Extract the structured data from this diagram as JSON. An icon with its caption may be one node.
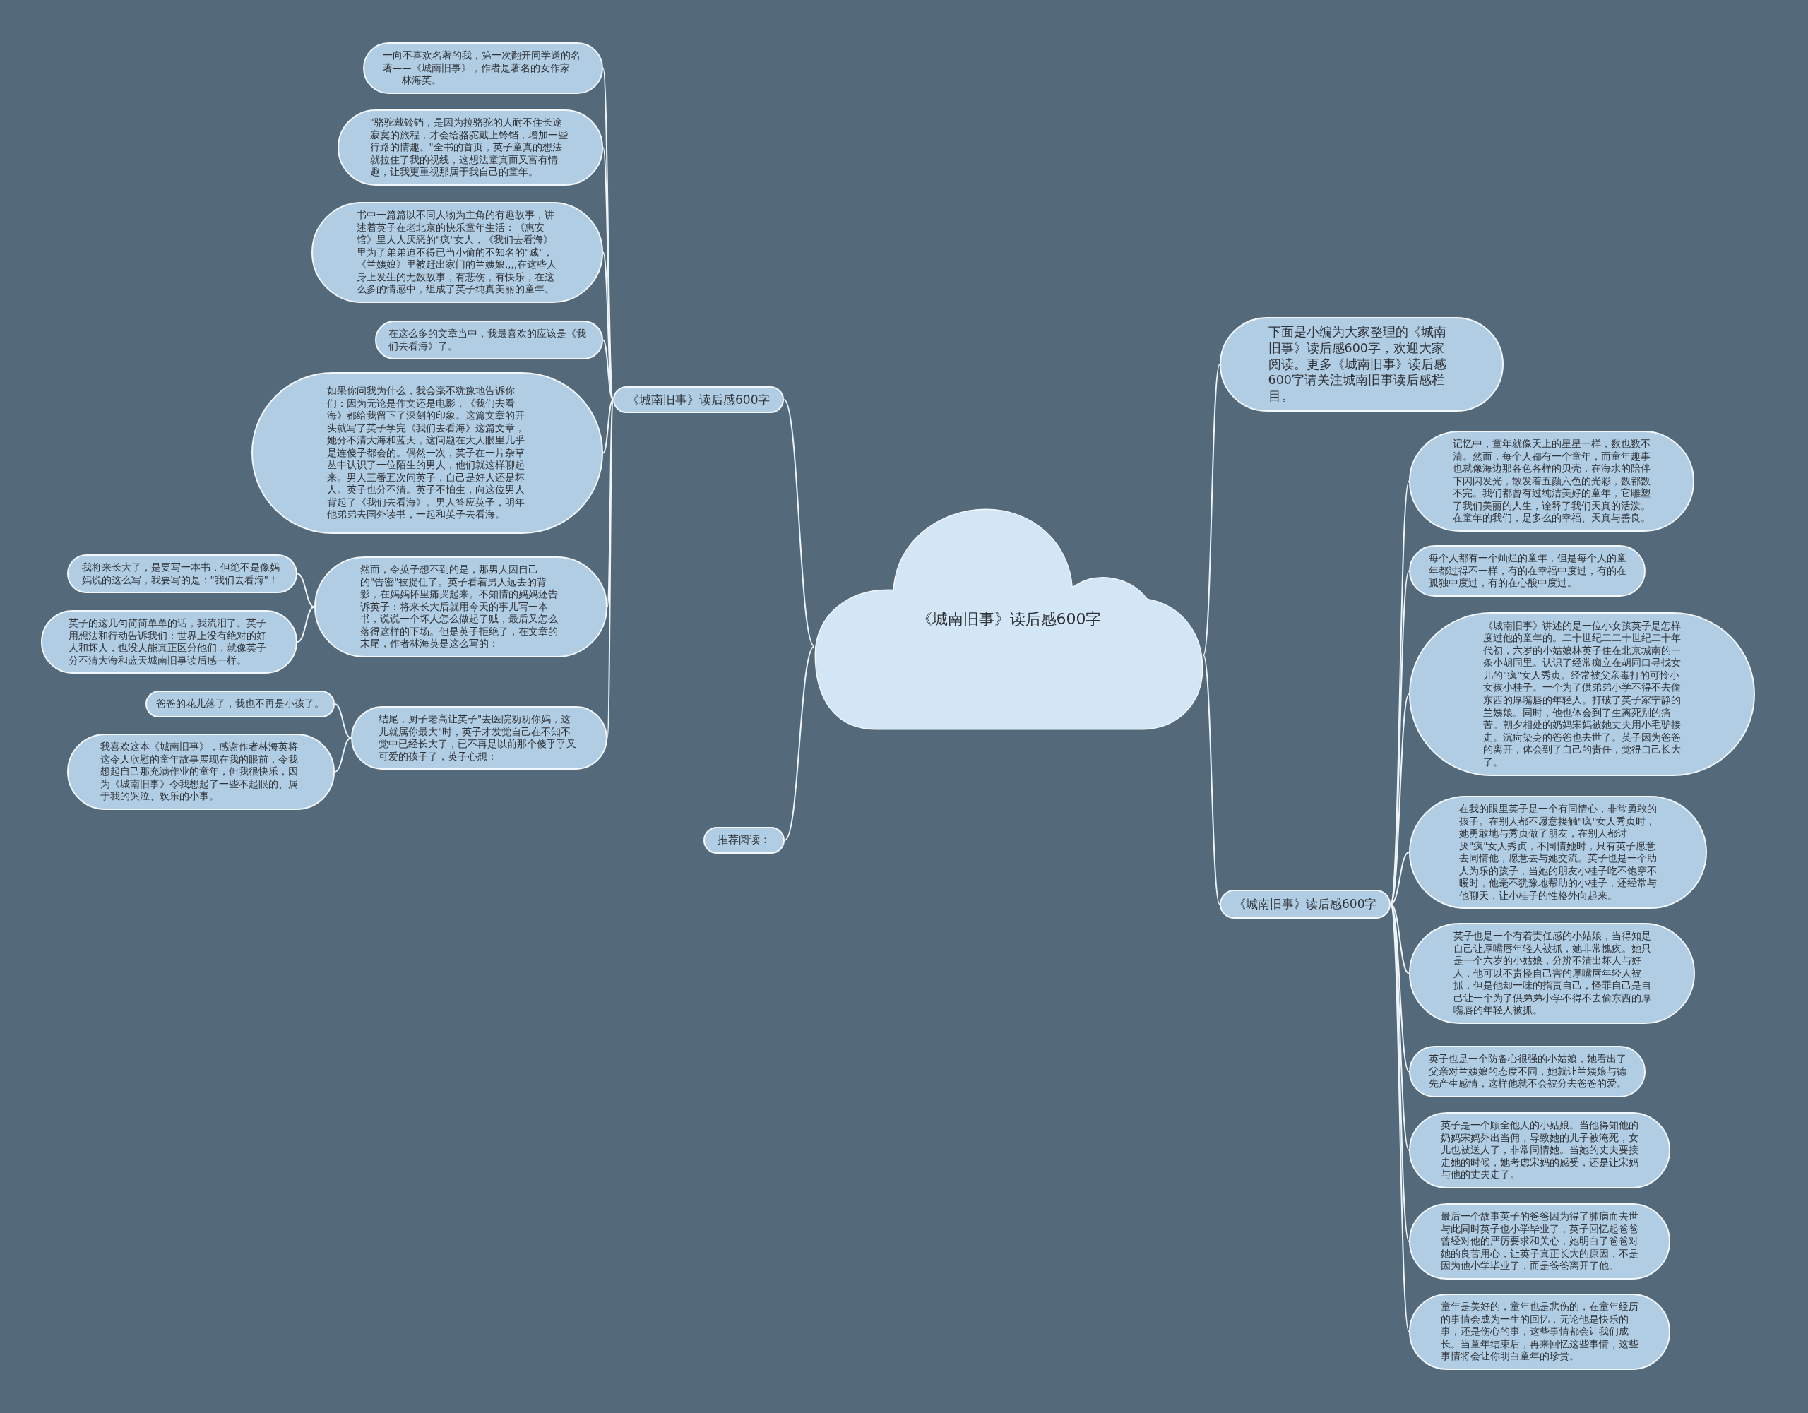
{
  "diagram": {
    "nodes": [
      {
        "text": [
          "《城南旧事》读后感600字"
        ]
      },
      {
        "text": [
          "《城南旧事》读后感600字"
        ]
      },
      {
        "text": [
          "推荐阅读："
        ]
      },
      {
        "text": [
          "一向不喜欢名著的我，第一次翻开同学送的名著——《城南旧事》，作者是著名的女作家——林海英。"
        ]
      },
      {
        "text": [
          "\"骆驼戴铃铛，是因为拉骆驼的人耐不住长途寂寞的旅程，才会给骆驼戴上铃铛，增加一些行路的情趣。\"全书的首页，英子童真的想法就拉住了我的视线，这想法童真而又富有情趣，让我更重视那属于我自己的童年。"
        ]
      },
      {
        "text": [
          "书中一篇篇以不同人物为主角的有趣故事，讲述着英子在老北京的快乐童年生活：《惠安馆》里人人厌恶的\"疯\"女人，《我们去看海》里为了弟弟迫不得已当小偷的不知名的\"贼\"，《兰姨娘》里被赶出家门的兰姨娘,,,,在这些人身上发生的无数故事，有悲伤，有快乐，在这么多的情感中，组成了英子纯真美丽的童年。"
        ]
      },
      {
        "text": [
          "在这么多的文章当中，我最喜欢的应该是《我们去看海》了。"
        ]
      },
      {
        "text": [
          "如果你问我为什么，我会毫不犹豫地告诉你们：因为无论是作文还是电影，《我们去看海》都给我留下了深刻的印象。这篇文章的开头就写了英子学完《我们去看海》这篇文章，她分不清大海和蓝天，这问题在大人眼里几乎是连傻子都会的。偶然一次，英子在一片杂草丛中认识了一位陌生的男人，他们就这样聊起来。男人三番五次问英子，自己是好人还是坏人。英子也分不清。英子不怕生，向这位男人背起了《我们去看海》。男人答应英子，明年他弟弟去国外读书，一起和英子去看海。"
        ]
      },
      {
        "text": [
          "然而，令英子想不到的是，那男人因自己的\"告密\"被捉住了。英子看着男人远去的背影，在妈妈怀里痛哭起来。不知情的妈妈还告诉英子：将来长大后就用今天的事儿写一本书，说说一个坏人怎么做起了贼，最后又怎么落得这样的下场。但是英子拒绝了，在文章的末尾，作者林海英是这么写的："
        ]
      },
      {
        "text": [
          "结尾，厨子老高让英子\"去医院劝劝你妈，这儿就属你最大\"时，英子才发觉自己在不知不觉中已经长大了，已不再是以前那个傻乎乎又可爱的孩子了，英子心想："
        ]
      },
      {
        "text": [
          "我将来长大了，是要写一本书，但绝不是像妈妈说的这么写，我要写的是：\"我们去看海\"！"
        ]
      },
      {
        "text": [
          "英子的这几句简简单单的话，我流泪了。英子用想法和行动告诉我们：世界上没有绝对的好人和坏人，也没人能真正区分他们，就像英子分不清大海和蓝天城南旧事读后感一样。"
        ]
      },
      {
        "text": [
          "爸爸的花儿落了，我也不再是小孩了。"
        ]
      },
      {
        "text": [
          "我喜欢这本《城南旧事》，感谢作者林海英将这令人欣慰的童年故事展现在我的眼前，令我想起自己那充满作业的童年，但我很快乐，因为《城南旧事》令我想起了一些不起眼的、属于我的哭泣、欢乐的小事。"
        ]
      },
      {
        "text": [
          "下面是小编为大家整理的《城南旧事》读后感600字，欢迎大家阅读。更多《城南旧事》读后感600字请关注城南旧事读后感栏目。"
        ]
      },
      {
        "text": [
          "《城南旧事》读后感600字"
        ]
      },
      {
        "text": [
          "记忆中，童年就像天上的星星一样，数也数不清。然而，每个人都有一个童年，而童年趣事也就像海边那各色各样的贝壳，在海水的陪伴下闪闪发光，散发着五颜六色的光彩，数都数不完。我们都曾有过纯洁美好的童年，它雕塑了我们美丽的人生，诠释了我们天真的活泼。在童年的我们，是多么的幸福、天真与善良。"
        ]
      },
      {
        "text": [
          "每个人都有一个灿烂的童年，但是每个人的童年都过得不一样，有的在幸福中度过，有的在孤独中度过，有的在心酸中度过。"
        ]
      },
      {
        "text": [
          "《城南旧事》讲述的是一位小女孩英子是怎样度过他的童年的。二十世纪二二十世纪二十年代初，六岁的小姑娘林英子住在北京城南的一条小胡同里。认识了经常痴立在胡同口寻找女儿的\"疯\"女人秀贞。经常被父亲毒打的可怜小女孩小桂子。一个为了供弟弟小学不得不去偷东西的厚嘴唇的年轻人。打破了英子家宁静的兰姨娘。同时，他也体会到了生离死别的痛苦。朝夕相处的奶妈宋妈被她丈夫用小毛驴接走。沉疴染身的爸爸也去世了。英子因为爸爸的离开，体会到了自己的责任，觉得自己长大了。"
        ]
      },
      {
        "text": [
          "在我的眼里英子是一个有同情心，非常勇敢的孩子。在别人都不愿意接触\"疯\"女人秀贞时，她勇敢地与秀贞做了朋友，在别人都讨厌\"疯\"女人秀贞，不同情她时，只有英子愿意去同情他，愿意去与她交流。英子也是一个助人为乐的孩子，当她的朋友小桂子吃不饱穿不暖时，他毫不犹豫地帮助的小桂子，还经常与他聊天，让小桂子的性格外向起来。"
        ]
      },
      {
        "text": [
          "英子也是一个有着责任感的小姑娘，当得知是自己让厚嘴唇年轻人被抓，她非常愧疚。她只是一个六岁的小姑娘，分辨不清出坏人与好人，他可以不责怪自己害的厚嘴唇年轻人被抓，但是他却一味的指责自己，怪罪自己是自己让一个为了供弟弟小学不得不去偷东西的厚嘴唇的年轻人被抓。"
        ]
      },
      {
        "text": [
          "英子也是一个防备心很强的小姑娘，她看出了父亲对兰姨娘的态度不同，她就让兰姨娘与德先产生感情，这样他就不会被分去爸爸的爱。"
        ]
      },
      {
        "text": [
          "英子是一个顾全他人的小姑娘。当他得知他的奶妈宋妈外出当佣，导致她的儿子被淹死，女儿也被送人了，非常同情她。当她的丈夫要接走她的时候，她考虑宋妈的感受，还是让宋妈与他的丈夫走了。"
        ]
      },
      {
        "text": [
          "最后一个故事英子的爸爸因为得了肺病而去世与此同时英子也小学毕业了，英子回忆起爸爸曾经对他的严厉要求和关心，她明白了爸爸对她的良苦用心，让英子真正长大的原因，不是因为他小学毕业了，而是爸爸离开了他。"
        ]
      },
      {
        "text": [
          "童年是美好的，童年也是悲伤的，在童年经历的事情会成为一生的回忆，无论他是快乐的事，还是伤心的事，这些事情都会让我们成长。当童年结束后，再来回忆这些事情，这些事情将会让你明白童年的珍贵。"
        ]
      }
    ],
    "edges": [
      {
        "from": 0,
        "to": 1,
        "arrow": "none"
      },
      {
        "from": 1,
        "to": 3,
        "arrow": "none"
      },
      {
        "from": 1,
        "to": 4,
        "arrow": "none"
      },
      {
        "from": 1,
        "to": 5,
        "arrow": "none"
      },
      {
        "from": 1,
        "to": 6,
        "arrow": "none"
      },
      {
        "from": 1,
        "to": 7,
        "arrow": "none"
      },
      {
        "from": 1,
        "to": 8,
        "arrow": "none"
      },
      {
        "from": 8,
        "to": 10,
        "arrow": "none"
      },
      {
        "from": 8,
        "to": 11,
        "arrow": "none"
      },
      {
        "from": 1,
        "to": 9,
        "arrow": "none"
      },
      {
        "from": 9,
        "to": 12,
        "arrow": "none"
      },
      {
        "from": 9,
        "to": 13,
        "arrow": "none"
      },
      {
        "from": 0,
        "to": 2,
        "arrow": "none"
      },
      {
        "from": 0,
        "to": 14,
        "arrow": "none"
      },
      {
        "from": 0,
        "to": 15,
        "arrow": "none"
      },
      {
        "from": 15,
        "to": 16,
        "arrow": "none"
      },
      {
        "from": 15,
        "to": 17,
        "arrow": "none"
      },
      {
        "from": 15,
        "to": 18,
        "arrow": "none"
      },
      {
        "from": 15,
        "to": 19,
        "arrow": "none"
      },
      {
        "from": 15,
        "to": 20,
        "arrow": "none"
      },
      {
        "from": 15,
        "to": 21,
        "arrow": "none"
      },
      {
        "from": 15,
        "to": 22,
        "arrow": "none"
      },
      {
        "from": 15,
        "to": 23,
        "arrow": "none"
      },
      {
        "from": 15,
        "to": 24,
        "arrow": "none"
      }
    ]
  }
}
